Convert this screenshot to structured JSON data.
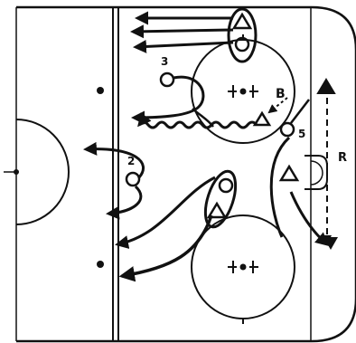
{
  "diagram": {
    "colors": {
      "ink": "#111111",
      "ice": "#ffffff"
    },
    "labels": {
      "player_3": "3",
      "player_2": "2",
      "player_5": "5",
      "route_b": "B",
      "route_r": "R"
    }
  }
}
